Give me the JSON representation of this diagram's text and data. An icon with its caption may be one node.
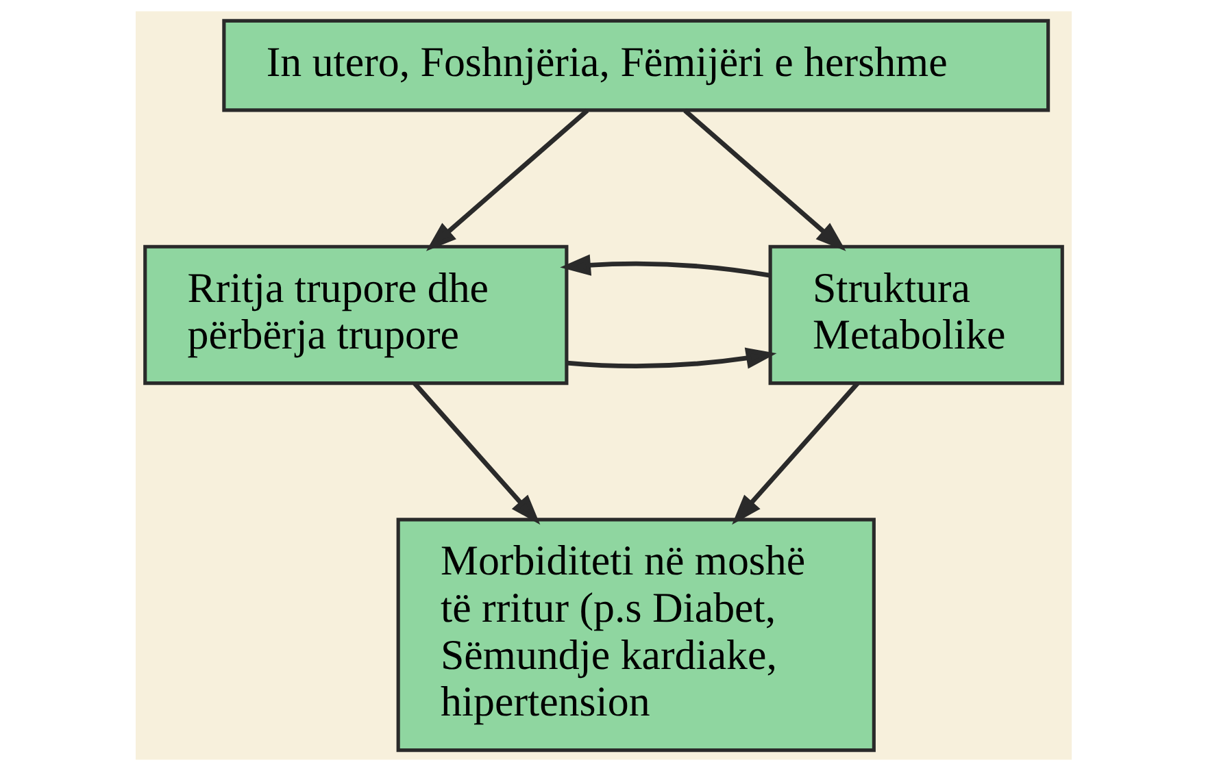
{
  "diagram": {
    "nodes": [
      {
        "text": [
          "In utero, Foshnjëria, Fëmijëri e hershme"
        ]
      },
      {
        "text": [
          "Rritja trupore dhe përbërja trupore"
        ]
      },
      {
        "text": [
          "Struktura Metabolike"
        ]
      },
      {
        "text": [
          "Morbiditeti në moshë të rritur (p.s Diabet, Sëmundje kardiake, hipertension"
        ]
      }
    ],
    "edges": [
      {
        "from": 0,
        "to": 1,
        "arrow": "to"
      },
      {
        "from": 0,
        "to": 2,
        "arrow": "to"
      },
      {
        "from": 1,
        "to": 2,
        "arrow": "to"
      },
      {
        "from": 2,
        "to": 1,
        "arrow": "to"
      },
      {
        "from": 1,
        "to": 3,
        "arrow": "to"
      },
      {
        "from": 2,
        "to": 3,
        "arrow": "to"
      }
    ]
  }
}
